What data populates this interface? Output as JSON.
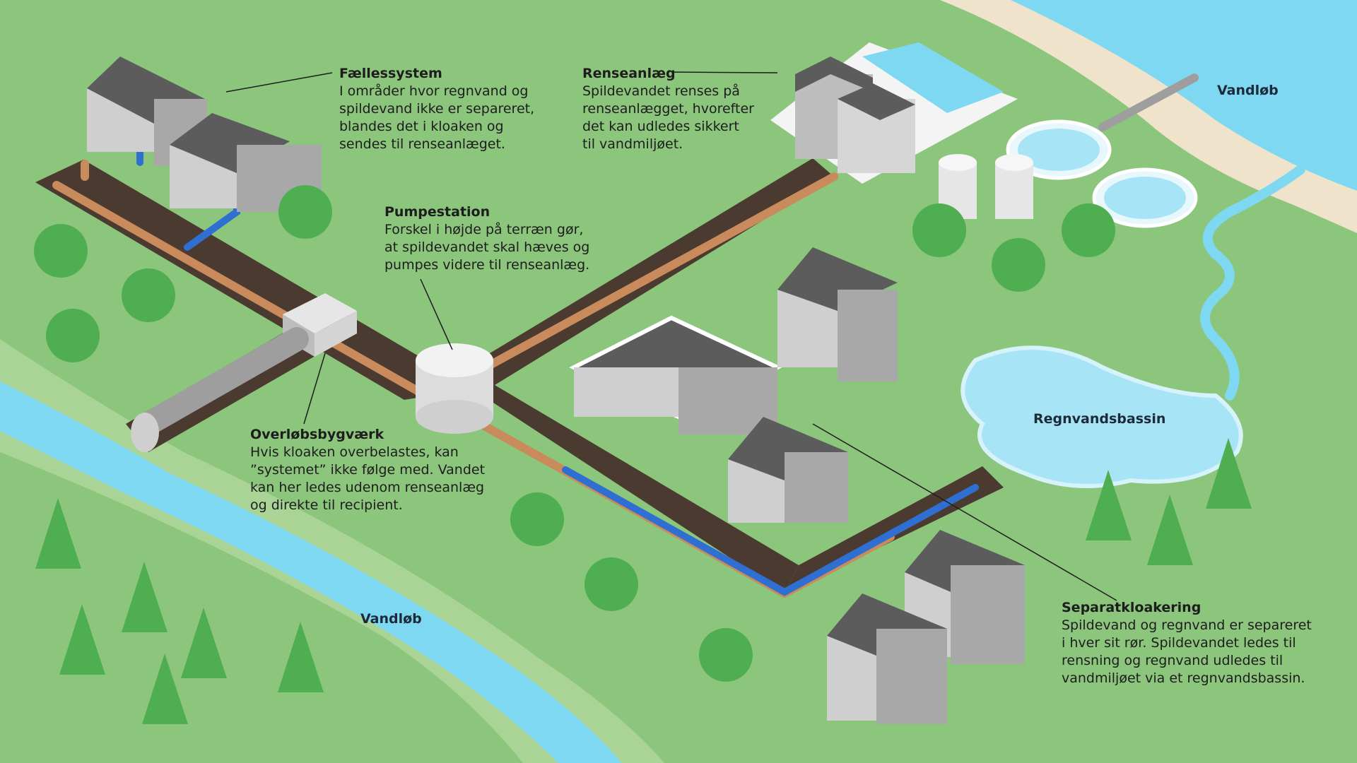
{
  "callouts": {
    "faellessystem": {
      "title": "Fællessystem",
      "body": "I områder hvor regnvand og\nspildevand ikke er separeret,\nblandes det i kloaken og\nsendes til renseanlæget."
    },
    "renseanlaeg": {
      "title": "Renseanlæg",
      "body": "Spildevandet renses på\nrenseanlægget, hvorefter\ndet kan udledes sikkert\ntil vandmiljøet."
    },
    "pumpestation": {
      "title": "Pumpestation",
      "body": "Forskel i højde på terræn gør,\nat spildevandet skal hæves og\npumpes videre til renseanlæg."
    },
    "overlobsbygvaerk": {
      "title": "Overløbsbygværk",
      "body": "Hvis kloaken overbelastes, kan\n”systemet” ikke følge med. Vandet\nkan her ledes udenom renseanlæg\nog direkte til recipient."
    },
    "separatkloakering": {
      "title": "Separatkloakering",
      "body": "Spildevand og regnvand er separeret\ni hver sit rør. Spildevandet ledes til\nrensning og regnvand udledes til\nvandmiljøet via et regnvandsbassin."
    }
  },
  "labels": {
    "vandlob_top": "Vandløb",
    "vandlob_bottom": "Vandløb",
    "regnvandsbassin": "Regnvandsbassin"
  },
  "colors": {
    "grass": "#8cc57c",
    "water": "#7fd8f2",
    "trench": "#4a3a30",
    "wastewater_pipe": "#c98a5c",
    "rainwater_pipe": "#2f6fd1",
    "roof": "#5c5c5c",
    "wall": "#cfcfcf"
  },
  "icons": [
    "house-icon",
    "tree-icon",
    "pine-tree-icon",
    "pump-station-icon",
    "treatment-tank-icon",
    "silo-icon",
    "overflow-structure-icon"
  ]
}
